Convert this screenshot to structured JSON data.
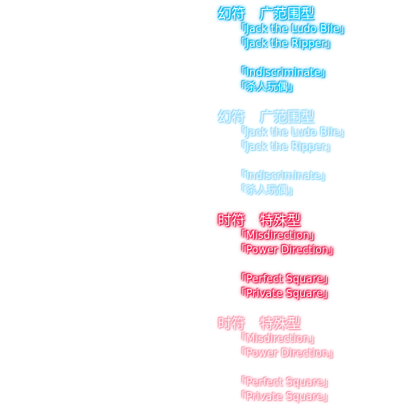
{
  "groups": [
    {
      "heading_part1": "幻符",
      "heading_part2": "广范围型",
      "items": [
        "「Jack the Ludo Bile」",
        "「Jack the Ripper」",
        "「Indiscriminate」",
        "「杀人玩偶」"
      ]
    },
    {
      "heading_part1": "幻符",
      "heading_part2": "广范围型",
      "items": [
        "「Jack the Ludo Bile」",
        "「Jack the Ripper」",
        "「Indiscriminate」",
        "「杀人玩偶」"
      ]
    },
    {
      "heading_part1": "时符",
      "heading_part2": "特殊型",
      "items": [
        "「Misdirection」",
        "「Power Direction」",
        "「Perfect Square」",
        "「Private Square」"
      ]
    },
    {
      "heading_part1": "时符",
      "heading_part2": "特殊型",
      "items": [
        "「Misdirection」",
        "「Power Direction」",
        "「Perfect Square」",
        "「Private Square」"
      ]
    }
  ],
  "colors": {
    "cyan_glow": "#00d0ff",
    "cyan_soft_glow": "#9fe6ff",
    "red_glow": "#ff0040",
    "red_soft_glow": "#ff9fb4",
    "text": "#ffffff"
  }
}
